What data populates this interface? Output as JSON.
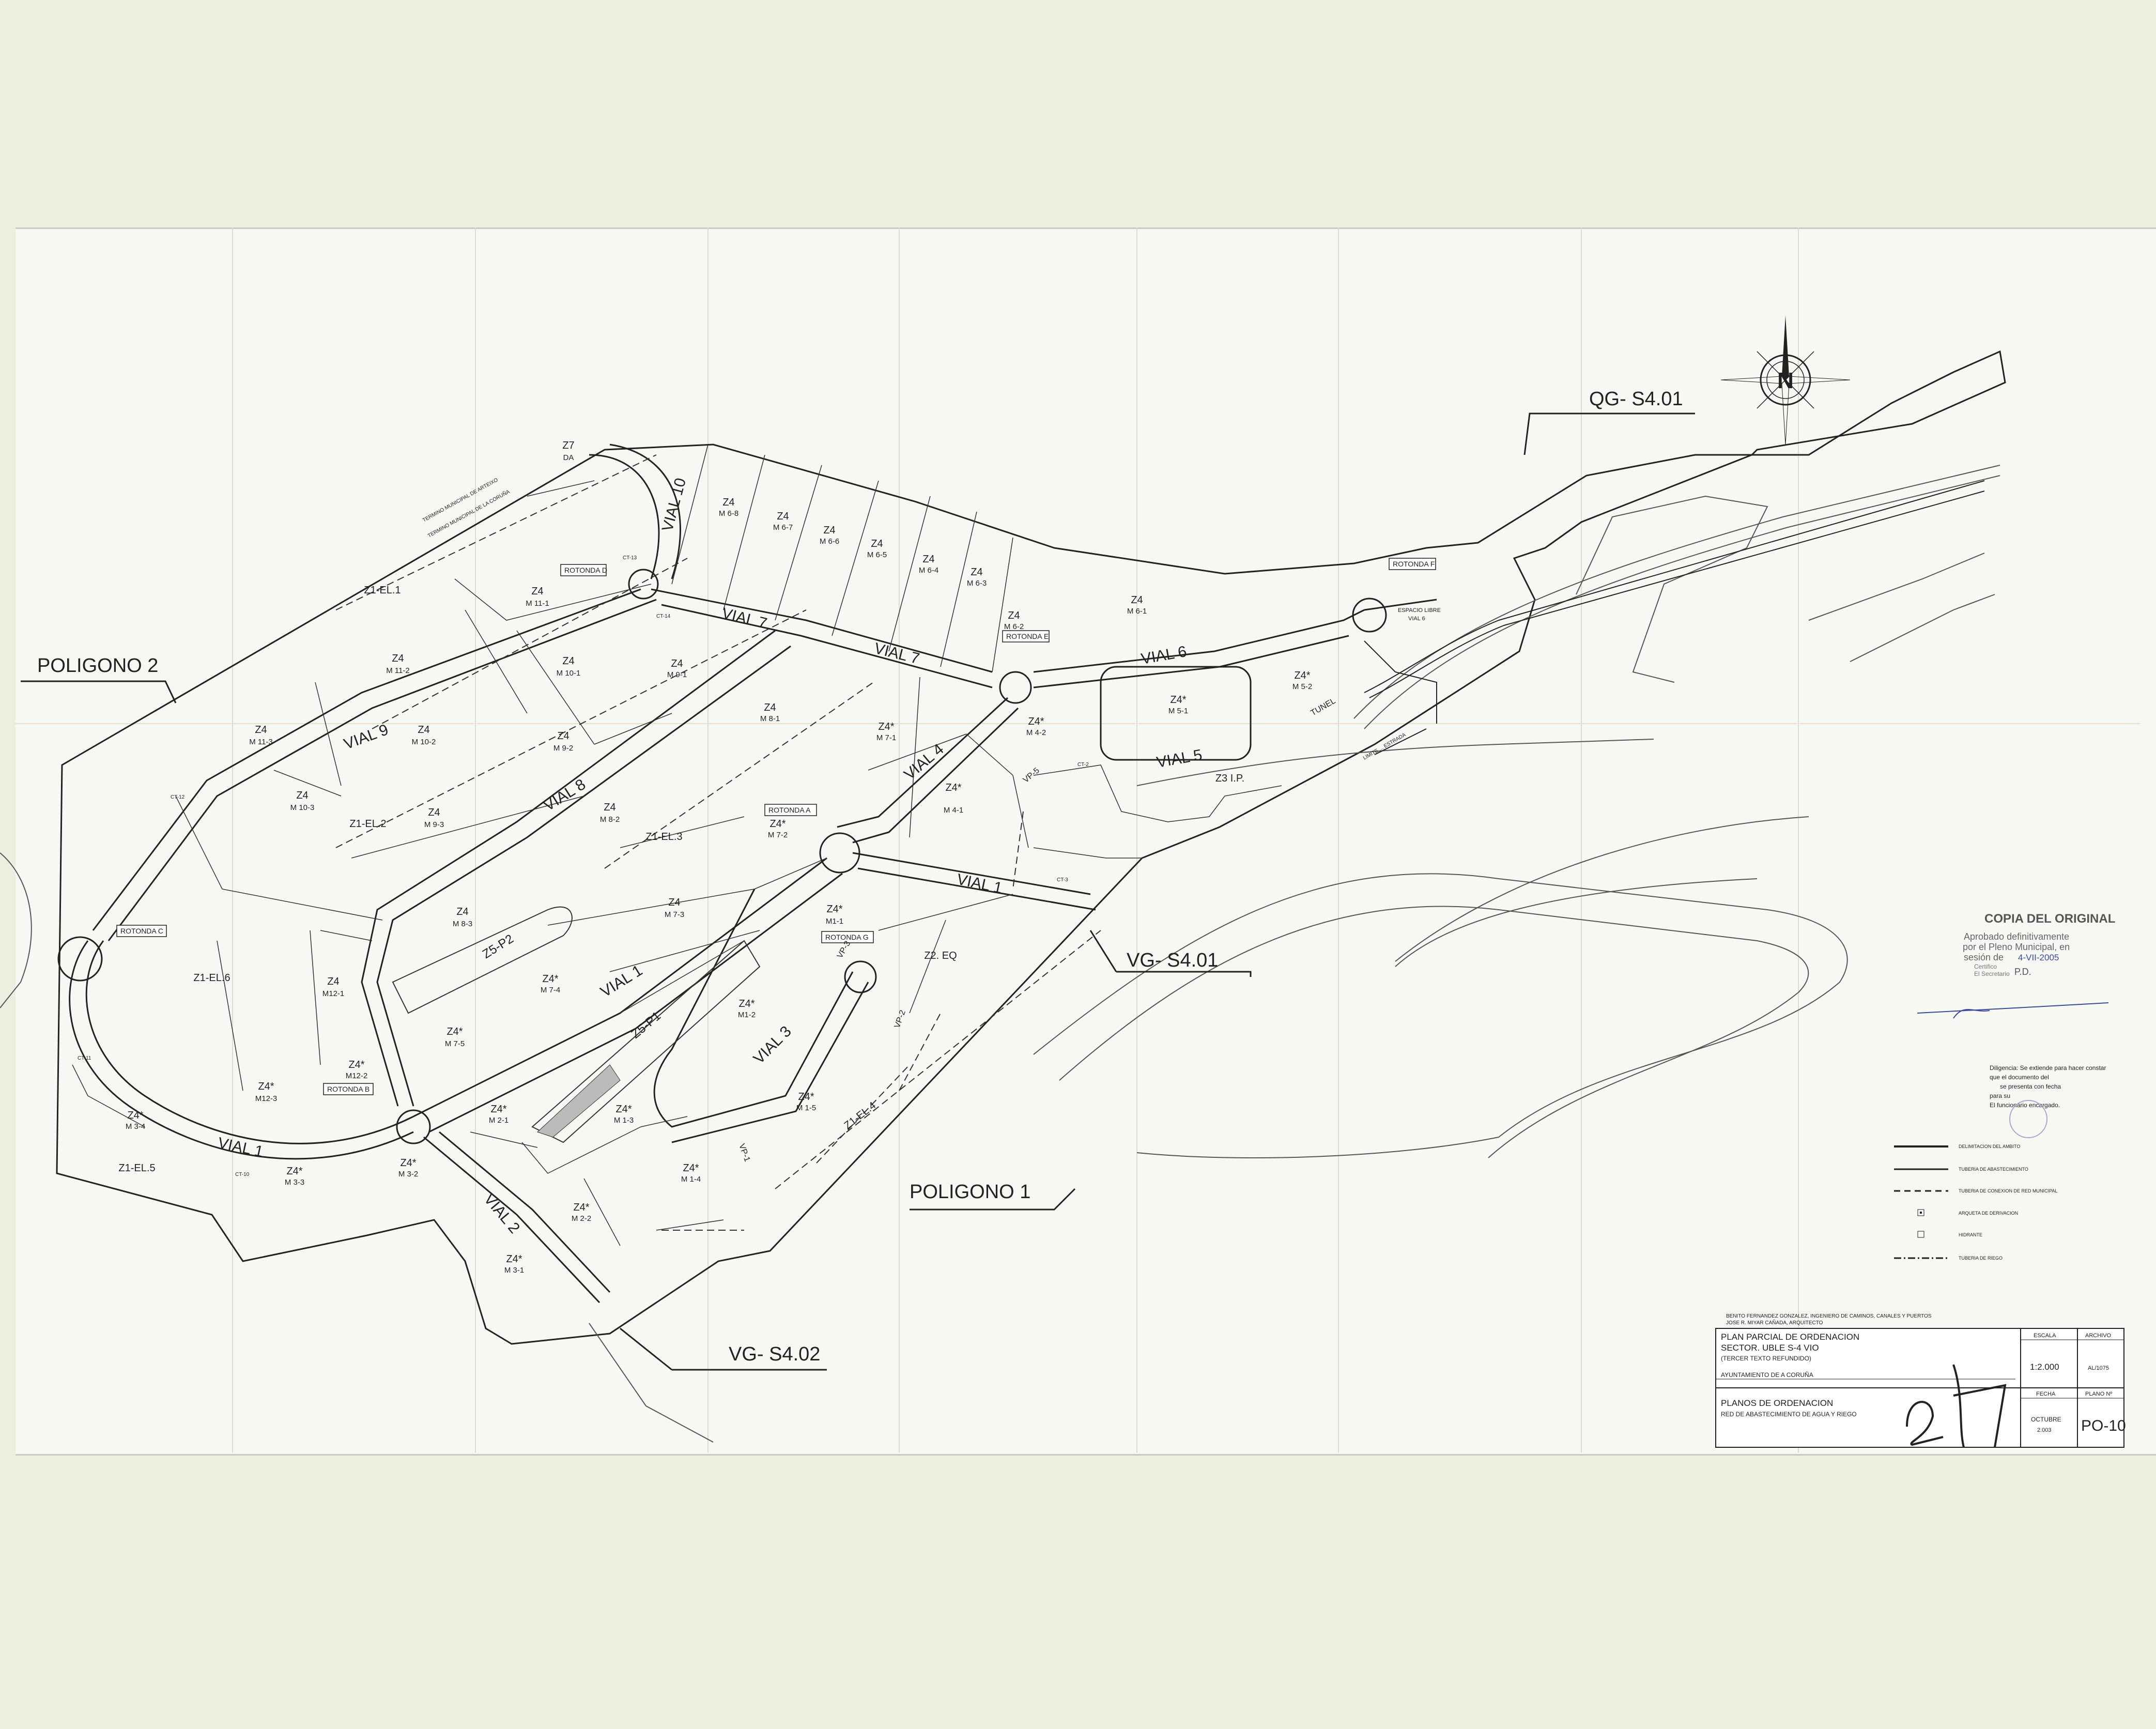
{
  "map": {
    "sheet_labels": {
      "poligono_2": "POLIGONO 2",
      "poligono_1": "POLIGONO 1",
      "qg_s401": "QG- S4.01",
      "vg_s401": "VG- S4.01",
      "vg_s402": "VG- S4.02",
      "north": "N",
      "termino_1": "TERMINO MUNICIPAL DE ARTEIXO",
      "termino_2": "TERMINO MUNICIPAL DE LA CORUÑA",
      "tunel": "TUNEL",
      "limite": "LIMITE ... ESTRADA"
    },
    "vials": [
      "VIAL 10",
      "VIAL 9",
      "VIAL 7",
      "VIAL 8",
      "VIAL 6",
      "VIAL 5",
      "VIAL 4",
      "VIAL 1",
      "VIAL 1",
      "VIAL 1",
      "VIAL 2",
      "VIAL 3"
    ],
    "rotondas": [
      "ROTONDA D",
      "ROTONDA E",
      "ROTONDA F",
      "ROTONDA A",
      "ROTONDA G",
      "ROTONDA C",
      "ROTONDA B"
    ],
    "zones": [
      {
        "z": "Z7",
        "m": "DA"
      },
      {
        "z": "Z1-EL.1",
        "m": ""
      },
      {
        "z": "Z4",
        "m": "M 11-1"
      },
      {
        "z": "Z4",
        "m": "M 6-8"
      },
      {
        "z": "Z4",
        "m": "M 6-7"
      },
      {
        "z": "Z4",
        "m": "M 6-6"
      },
      {
        "z": "Z4",
        "m": "M 6-5"
      },
      {
        "z": "Z4",
        "m": "M 6-4"
      },
      {
        "z": "Z4",
        "m": "M 6-3"
      },
      {
        "z": "Z4",
        "m": "M 6-2"
      },
      {
        "z": "Z4",
        "m": "M 6-1"
      },
      {
        "z": "Z4*",
        "m": "M 5-2"
      },
      {
        "z": "Z4*",
        "m": "M 5-1"
      },
      {
        "z": "Z4",
        "m": "M 11-2"
      },
      {
        "z": "Z4",
        "m": "M 10-1"
      },
      {
        "z": "Z4",
        "m": "M 9-1"
      },
      {
        "z": "Z4",
        "m": "M 8-1"
      },
      {
        "z": "Z4*",
        "m": "M 7-1"
      },
      {
        "z": "Z4*",
        "m": "M 4-2"
      },
      {
        "z": "Z4",
        "m": "M 11-3"
      },
      {
        "z": "Z4",
        "m": "M 10-2"
      },
      {
        "z": "Z4",
        "m": "M 9-2"
      },
      {
        "z": "Z4",
        "m": "M 10-3"
      },
      {
        "z": "Z1-EL.2",
        "m": ""
      },
      {
        "z": "Z4",
        "m": "M 9-3"
      },
      {
        "z": "Z4",
        "m": "M 8-2"
      },
      {
        "z": "Z1-EL.3",
        "m": ""
      },
      {
        "z": "Z4*",
        "m": "M 7-2"
      },
      {
        "z": "Z4*",
        "m": "M 4-1"
      },
      {
        "z": "Z3 I.P.",
        "m": ""
      },
      {
        "z": "Z4",
        "m": "M 8-3"
      },
      {
        "z": "Z4",
        "m": "M 7-3"
      },
      {
        "z": "Z4*",
        "m": "M1-1"
      },
      {
        "z": "Z2. EQ",
        "m": ""
      },
      {
        "z": "Z1-EL.6",
        "m": ""
      },
      {
        "z": "Z4",
        "m": "M12-1"
      },
      {
        "z": "Z4*",
        "m": "M 7-4"
      },
      {
        "z": "Z4*",
        "m": "M1-2"
      },
      {
        "z": "Z4*",
        "m": "M 7-5"
      },
      {
        "z": "Z4*",
        "m": "M12-2"
      },
      {
        "z": "Z4*",
        "m": "M12-3"
      },
      {
        "z": "Z4*",
        "m": "M 3-4"
      },
      {
        "z": "Z4*",
        "m": "M 2-1"
      },
      {
        "z": "Z4*",
        "m": "M 1-3"
      },
      {
        "z": "Z4*",
        "m": "M 1-5"
      },
      {
        "z": "Z1-EL.5",
        "m": ""
      },
      {
        "z": "Z4*",
        "m": "M 3-3"
      },
      {
        "z": "Z4*",
        "m": "M 3-2"
      },
      {
        "z": "Z4*",
        "m": "M 1-4"
      },
      {
        "z": "Z4*",
        "m": "M 2-2"
      },
      {
        "z": "Z4*",
        "m": "M 3-1"
      }
    ],
    "parks": [
      "Z5-P2",
      "Z5-P1"
    ],
    "vp": [
      "VP-5",
      "VP-3",
      "VP-2",
      "VP-1"
    ],
    "espacio_libre": [
      "ESPACIO LIBRE",
      "VIAL 6"
    ],
    "el4": "Z1-EL.4",
    "ct": [
      "CT-13",
      "CT-14",
      "CT-12",
      "CT-11",
      "CT-10",
      "CT-2",
      "CT-3"
    ]
  },
  "stamp": {
    "title": "COPIA DEL ORIGINAL",
    "line1": "Aprobado definitivamente",
    "line2": "por el Pleno Municipal, en",
    "line3": "sesión de",
    "date": "4-VII-2005",
    "line4": "Certifico",
    "line5": "El Secretario",
    "pd": "P.D.",
    "dil1": "Diligencia: Se extiende para hacer constar",
    "dil2": "que el documento del",
    "dil3": "se presenta con fecha",
    "dil4": "para su",
    "dil5": "El funcionario encargado."
  },
  "legend": [
    {
      "label": "DELIMITACION DEL AMBITO"
    },
    {
      "label": "TUBERIA DE ABASTECIMIENTO"
    },
    {
      "label": "TUBERIA DE CONEXION DE RED MUNICIPAL"
    },
    {
      "label": "ARQUETA DE DERIVACION"
    },
    {
      "label": "HIDRANTE"
    },
    {
      "label": "TUBERIA DE RIEGO"
    }
  ],
  "title_block": {
    "authors1": "BENITO FERNANDEZ GONZALEZ, INGENIERO DE CAMINOS, CANALES Y PUERTOS",
    "authors2": "JOSE R. MIYAR CAÑADA, ARQUITECTO",
    "plan1": "PLAN PARCIAL DE ORDENACION",
    "plan2": "SECTOR. UBLE S-4 VIO",
    "plan3": "(TERCER TEXTO REFUNDIDO)",
    "ayto": "AYUNTAMIENTO DE A CORUÑA",
    "escala_h": "ESCALA",
    "archivo_h": "ARCHIVO",
    "escala": "1:2.000",
    "archivo": "AL/1075",
    "planos1": "PLANOS DE ORDENACION",
    "planos2": "RED DE ABASTECIMIENTO DE AGUA Y RIEGO",
    "fecha_h": "FECHA",
    "plano_h": "PLANO Nº",
    "fecha1": "OCTUBRE",
    "fecha2": "2.003",
    "plano": "PO-10"
  },
  "colors": {
    "line": "#222222",
    "paper": "#f7f7f3",
    "background": "#eceee0",
    "stamp": "#666666",
    "signature": "#3a4a9a"
  }
}
